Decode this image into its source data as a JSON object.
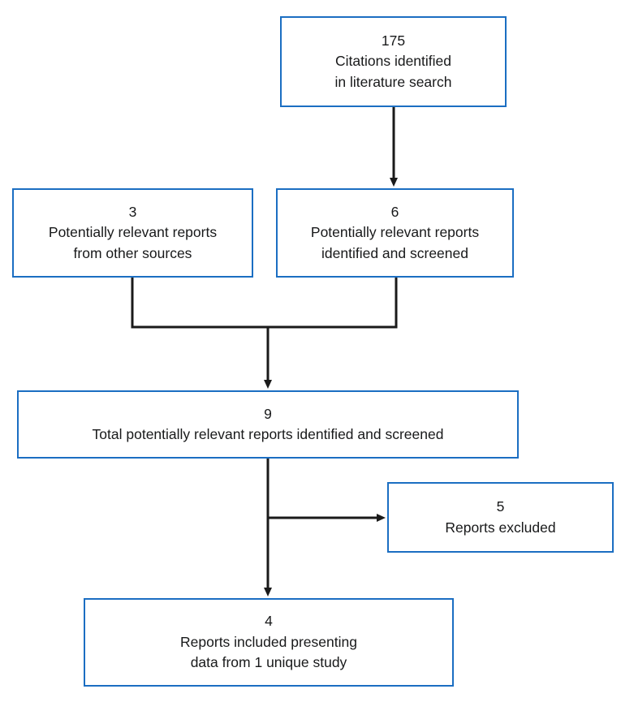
{
  "diagram": {
    "type": "prisma-study-flow",
    "accent_color": "#1b6ec2",
    "connector_color": "#1a1a1a",
    "background_color": "#ffffff",
    "nodes": [
      {
        "id": "citations",
        "count": "175",
        "line1": "Citations identified",
        "line2": "in literature search"
      },
      {
        "id": "other-sources",
        "count": "3",
        "line1": "Potentially relevant reports",
        "line2": "from other sources"
      },
      {
        "id": "screened",
        "count": "6",
        "line1": "Potentially relevant reports",
        "line2": "identified and screened"
      },
      {
        "id": "total",
        "count": "9",
        "line1": "Total potentially relevant reports identified and screened",
        "line2": ""
      },
      {
        "id": "excluded",
        "count": "5",
        "line1": "Reports excluded",
        "line2": ""
      },
      {
        "id": "included",
        "count": "4",
        "line1": "Reports included presenting",
        "line2": "data from 1 unique study"
      }
    ],
    "edges": [
      {
        "from": "citations",
        "to": "screened",
        "style": "arrow-down"
      },
      {
        "from": "other-sources",
        "to": "total",
        "style": "elbow-merge"
      },
      {
        "from": "screened",
        "to": "total",
        "style": "elbow-merge"
      },
      {
        "from": "total",
        "to": "excluded",
        "style": "arrow-right"
      },
      {
        "from": "total",
        "to": "included",
        "style": "arrow-down"
      }
    ]
  }
}
